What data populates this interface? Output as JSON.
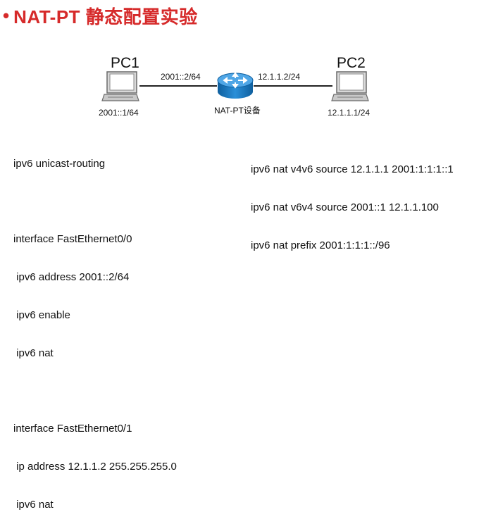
{
  "title": {
    "bullet": "•",
    "text": "NAT-PT 静态配置实验",
    "color": "#d62a2a"
  },
  "diagram": {
    "pc1": {
      "name": "PC1",
      "address": "2001::1/64",
      "icon": "desktop-computer-icon"
    },
    "pc2": {
      "name": "PC2",
      "address": "12.1.1.1/24",
      "icon": "desktop-computer-icon"
    },
    "router": {
      "name": "NAT-PT设备",
      "icon": "router-icon",
      "color": "#1c7fc8"
    },
    "link_left_label": "2001::2/64",
    "link_right_label": "12.1.1.2/24"
  },
  "config_left": [
    "ipv6 unicast-routing",
    "",
    "interface FastEthernet0/0",
    " ipv6 address 2001::2/64",
    " ipv6 enable",
    " ipv6 nat",
    "",
    "interface FastEthernet0/1",
    " ip address 12.1.1.2 255.255.255.0",
    " ipv6 nat"
  ],
  "config_right": [
    "ipv6 nat v4v6 source 12.1.1.1 2001:1:1:1::1",
    "ipv6 nat v6v4 source 2001::1 12.1.1.100",
    "ipv6 nat prefix 2001:1:1:1::/96"
  ]
}
